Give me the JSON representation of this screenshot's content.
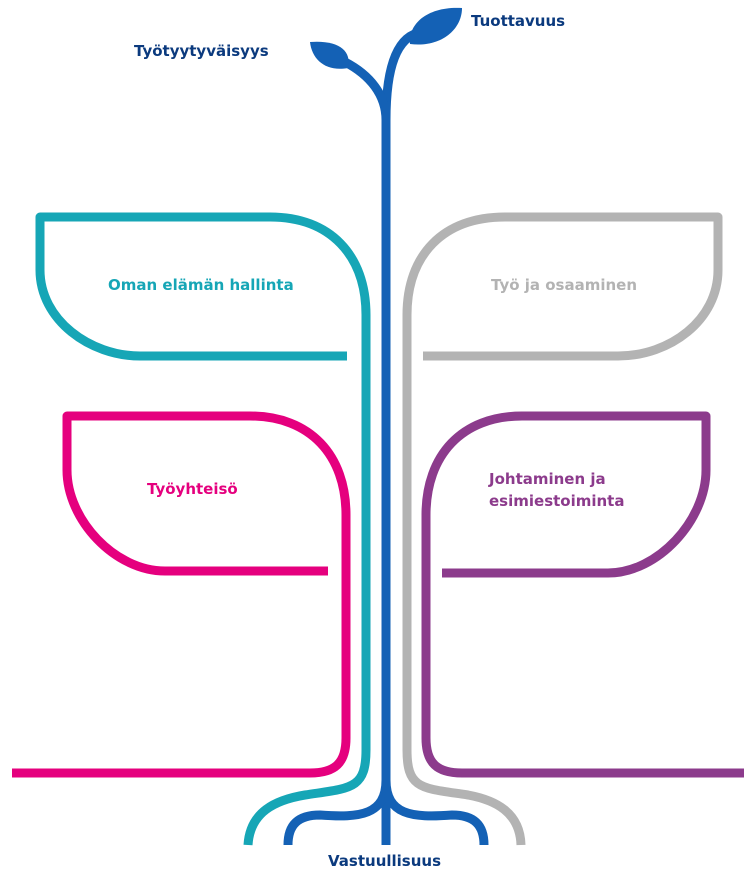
{
  "colors": {
    "blue": "#1461b5",
    "navy": "#0b3a7e",
    "teal": "#16a6b6",
    "gray": "#b3b3b3",
    "magenta": "#e5007e",
    "purple": "#8c3b8c"
  },
  "labels": {
    "tuottavuus": "Tuottavuus",
    "tyotyytyvaisyys": "Työtyytyväisyys",
    "oman_elaman_hallinta": "Oman elämän hallinta",
    "tyo_ja_osaaminen": "Työ ja osaaminen",
    "tyoyhteiso": "Työyhteisö",
    "johtaminen_line1": "Johtaminen ja",
    "johtaminen_line2": "esimiestoiminta",
    "vastuullisuus": "Vastuullisuus"
  }
}
